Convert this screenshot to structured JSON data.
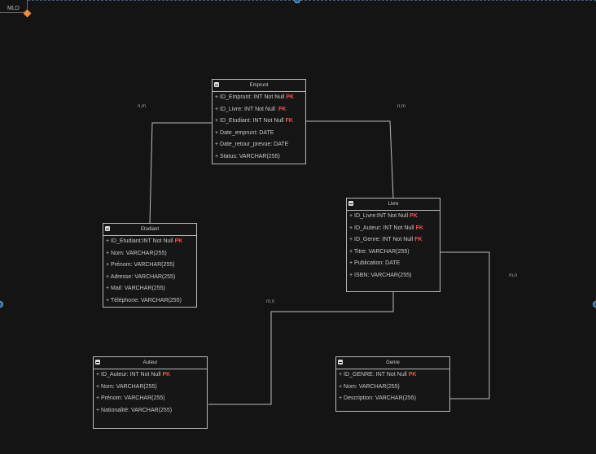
{
  "frame": {
    "label": "MLD",
    "accent": "#f08a3c"
  },
  "cardinalities": [
    "n,m",
    "n,m",
    "m,n",
    "m,n"
  ],
  "entities": {
    "emprunt": {
      "name": "Emprunt",
      "fields": [
        {
          "text": "+ ID_Emprunt: INT Not Null",
          "key": "PK"
        },
        {
          "text": "+ ID_Livre: INT Not Null ",
          "key": "FK"
        },
        {
          "text": "+ ID_Etudiant: INT Not Null",
          "key": "FK"
        },
        {
          "text": "+ Date_emprunt: DATE",
          "key": ""
        },
        {
          "text": "+ Date_retour_prevue: DATE",
          "key": ""
        },
        {
          "text": "+ Status: VARCHAR(255)",
          "key": ""
        }
      ]
    },
    "etudiant": {
      "name": "Etudiant",
      "fields": [
        {
          "text": "+ ID_Etudiant:INT Not Null",
          "key": "PK"
        },
        {
          "text": "+ Nom: VARCHAR(255)",
          "key": ""
        },
        {
          "text": "+ Prénom: VARCHAR(255)",
          "key": ""
        },
        {
          "text": "+ Adresse: VARCHAR(255)",
          "key": ""
        },
        {
          "text": "+ Mail: VARCHAR(255)",
          "key": ""
        },
        {
          "text": "+ Téléphone: VARCHAR(255)",
          "key": ""
        }
      ]
    },
    "livre": {
      "name": "Livre",
      "fields": [
        {
          "text": "+ ID_Livre:INT Not Null",
          "key": "PK"
        },
        {
          "text": "+ ID_Auteur: INT Not Null",
          "key": "FK"
        },
        {
          "text": "+ ID_Genre: INT Not Null",
          "key": "FK"
        },
        {
          "text": "+ Titre: VARCHAR(255)",
          "key": ""
        },
        {
          "text": "+ Publication: DATE",
          "key": ""
        },
        {
          "text": "+ ISBN: VARCHAR(255)",
          "key": ""
        }
      ]
    },
    "auteur": {
      "name": "Auteur",
      "fields": [
        {
          "text": "+ ID_Auteur: INT Not Null",
          "key": "PK"
        },
        {
          "text": "+ Nom: VARCHAR(255)",
          "key": ""
        },
        {
          "text": "+ Prénom: VARCHAR(255)",
          "key": ""
        },
        {
          "text": "+ Nationalité:  VARCHAR(255)",
          "key": ""
        }
      ]
    },
    "genre": {
      "name": "Genre",
      "fields": [
        {
          "text": "+ ID_GENRE: INT Not Null",
          "key": "PK"
        },
        {
          "text": "+ Nom: VARCHAR(255)",
          "key": ""
        },
        {
          "text": "+ Description: VARCHAR(255)",
          "key": ""
        }
      ]
    }
  }
}
